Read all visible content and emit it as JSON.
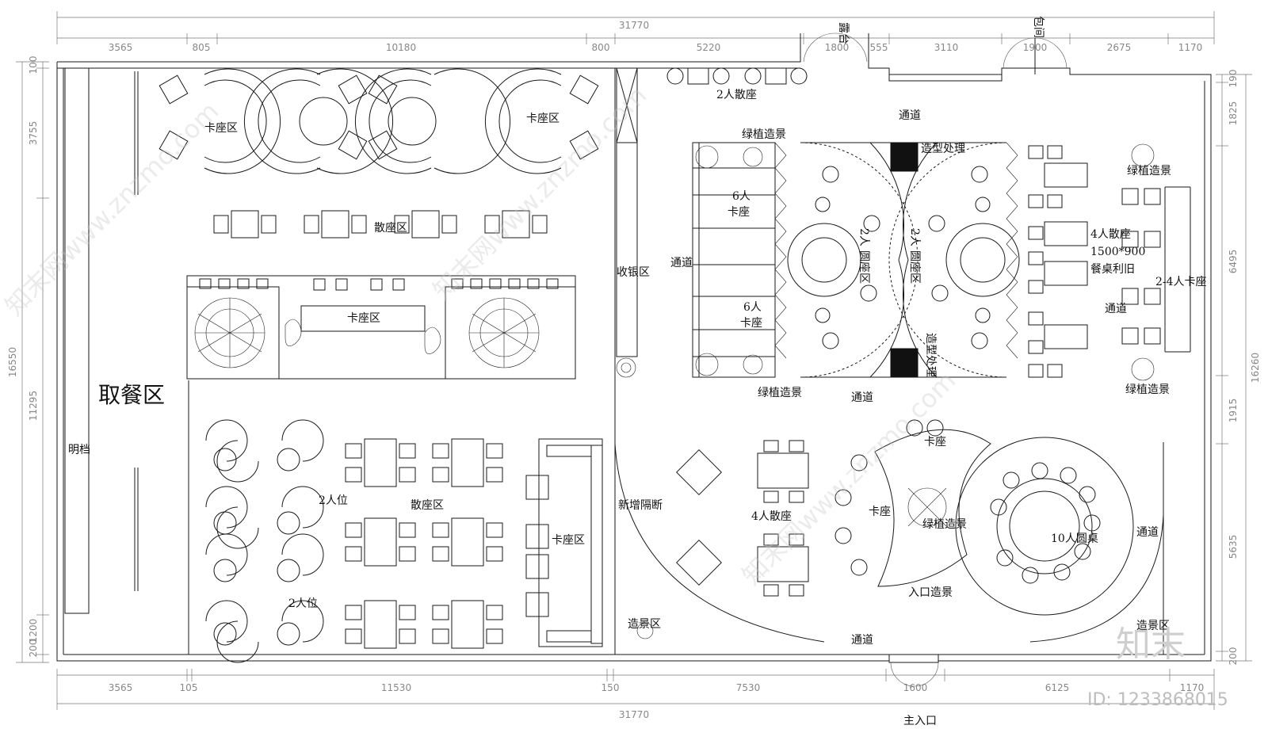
{
  "labels": {
    "lutai": "露台",
    "baojian": "包间",
    "kazuo_qu": "卡座区",
    "sanzuo_qu": "散座区",
    "quchan_qu": "取餐区",
    "mingdang": "明档",
    "liangren_wei": "2人位",
    "shouyin_qu": "收银区",
    "tongdao": "通道",
    "liangren_sanzuo": "2人散座",
    "lvzhi_zaojing": "绿植造景",
    "zaoxing_chuli": "造型处理",
    "liuren": "6人",
    "kazuo": "卡座",
    "liangren": "2人",
    "yuanzuo_qu": "圆座区",
    "siren_sanzuo": "4人散座",
    "table_size": "1500*900",
    "canzhuo_liyong": "餐桌利旧",
    "erdaosi_kazuo": "2-4人卡座",
    "xinzeng_geduan": "新增隔断",
    "shiren_yuanzhuo": "10人圆桌",
    "rukou_zaojing": "入口造景",
    "zaojing_qu": "造景区",
    "zhu_rukou": "主入口"
  },
  "dims": {
    "top_total": "31770",
    "bottom_total": "31770",
    "top_segments": [
      "3565",
      "805",
      "10180",
      "800",
      "5220",
      "1800",
      "555",
      "3110",
      "1900",
      "2675",
      "1170"
    ],
    "bottom_segments": [
      "3565",
      "105",
      "11530",
      "150",
      "7530",
      "1600",
      "6125",
      "1170"
    ],
    "left_total": "16550",
    "left_segments": [
      "100",
      "3755",
      "11295",
      "200",
      "1200"
    ],
    "right_total": "16260",
    "right_segments": [
      "190",
      "1825",
      "6495",
      "1915",
      "5635",
      "200"
    ]
  },
  "watermark": {
    "text": "知末网www.znzmo.com",
    "brand": "知末",
    "id": "ID: 1233868015"
  }
}
